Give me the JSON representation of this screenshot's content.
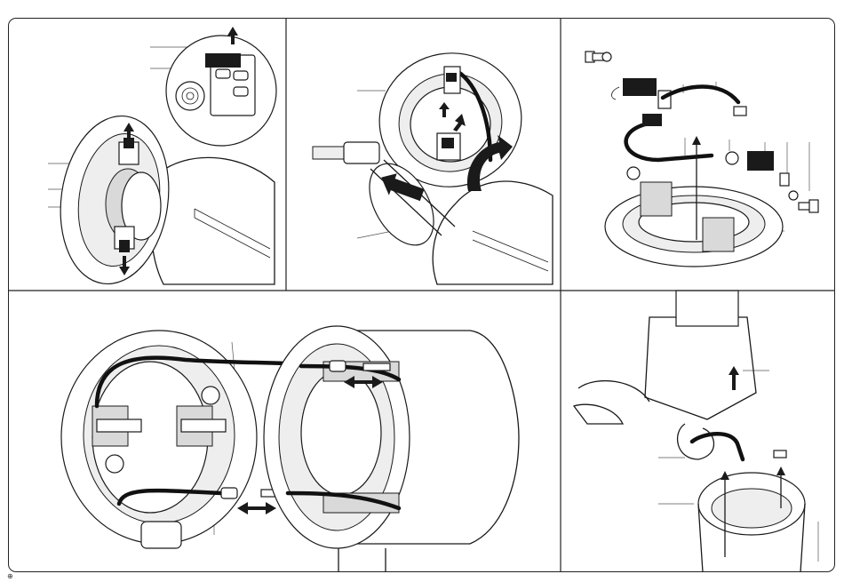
{
  "document": {
    "type": "assembly-instruction-illustration",
    "page_mark": "⊕",
    "panels": [
      {
        "id": "carbon-brush-removal",
        "position": "top-left",
        "callout_count": 5
      },
      {
        "id": "armature-removal",
        "position": "top-center",
        "callout_count": 2
      },
      {
        "id": "brush-holder-exploded-view",
        "position": "top-right",
        "callout_count": 8
      },
      {
        "id": "brush-ring-wiring",
        "position": "bottom-left",
        "callout_count": 2
      },
      {
        "id": "gear-head-removal",
        "position": "bottom-right",
        "callout_count": 4
      }
    ]
  },
  "colors": {
    "line": "#1a1a1a",
    "frame": "#222222",
    "fill_grey": "#d9d9d9",
    "background": "#ffffff"
  },
  "icons": [
    "arrow-up-icon",
    "arrow-down-icon",
    "arrow-left-icon",
    "double-arrow-icon",
    "screw-icon",
    "carbon-brush-icon",
    "spring-icon"
  ]
}
